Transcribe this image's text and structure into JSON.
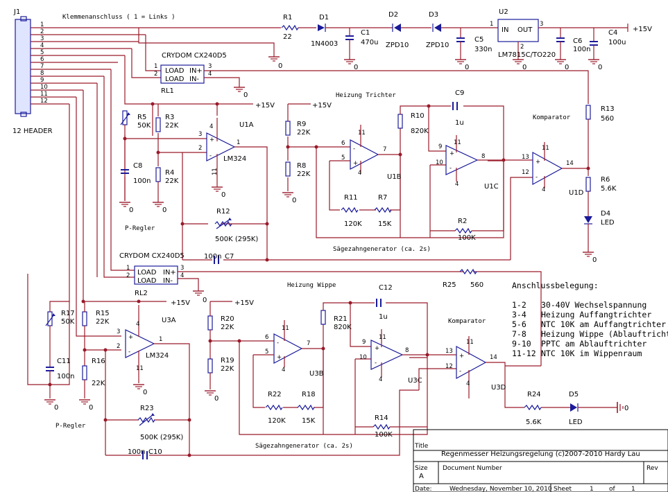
{
  "header": {
    "j1": "J1",
    "terminal_title": "Klemmenanschluss ( 1 = Links )",
    "twelve_header": "12 HEADER",
    "supply_title": "Spannungsversorgung",
    "pin_numbers": [
      "1",
      "2",
      "3",
      "4",
      "5",
      "6",
      "7",
      "8",
      "9",
      "10",
      "11",
      "12"
    ]
  },
  "supply": {
    "r1": "R1",
    "r1_val": "22",
    "d1": "D1",
    "d1_val": "1N4003",
    "c1": "C1",
    "c1_val": "470u",
    "d2": "D2",
    "d2_val": "ZPD10",
    "d3": "D3",
    "d3_val": "ZPD10",
    "c5": "C5",
    "c5_val": "330n",
    "u2": "U2",
    "u2_in": "IN",
    "u2_out": "OUT",
    "u2_val": "LM7815C/TO220",
    "c6": "C6",
    "c6_val": "100n",
    "c4": "C4",
    "c4_val": "100u",
    "v15": "+15V"
  },
  "relays": {
    "rl1_part": "CRYDOM CX240D5",
    "rl1": "RL1",
    "rl2_part": "CRYDOM CX240D5",
    "rl2": "RL2",
    "load": "LOAD",
    "in_plus": "IN+",
    "in_minus": "IN-"
  },
  "upper": {
    "p_regler": "P-Regler",
    "r5": "R5",
    "r5_val": "50K",
    "r3": "R3",
    "r3_val": "22K",
    "r4": "R4",
    "r4_val": "22K",
    "c8": "C8",
    "c8_val": "100n",
    "u1a": "U1A",
    "u1a_val": "LM324",
    "r12": "R12",
    "r12_val": "500K (295K)",
    "c7": "C7",
    "c7_val": "100n",
    "heizung_trichter": "Heizung Trichter",
    "r9": "R9",
    "r9_val": "22K",
    "r8": "R8",
    "r8_val": "22K",
    "r10": "R10",
    "r10_val": "820K",
    "c9": "C9",
    "c9_val": "1u",
    "u1b": "U1B",
    "u1c": "U1C",
    "r11": "R11",
    "r11_val": "120K",
    "r7": "R7",
    "r7_val": "15K",
    "r2": "R2",
    "r2_val": "100K",
    "saw": "Sägezahngenerator (ca. 2s)",
    "komparator": "Komparator",
    "u1d": "U1D",
    "r13": "R13",
    "r13_val": "560",
    "r6": "R6",
    "r6_val": "5.6K",
    "d4": "D4",
    "d4_val": "LED"
  },
  "lower": {
    "p_regler": "P-Regler",
    "r17": "R17",
    "r17_val": "50K",
    "r15": "R15",
    "r15_val": "22K",
    "r16": "R16",
    "r16_val": "22K",
    "c11": "C11",
    "c11_val": "100n",
    "u3a": "U3A",
    "u3a_val": "LM324",
    "r23": "R23",
    "r23_val": "500K (295K)",
    "c10": "C10",
    "c10_val": "100n",
    "heizung_wippe": "Heizung Wippe",
    "r20": "R20",
    "r20_val": "22K",
    "r19": "R19",
    "r19_val": "22K",
    "r21": "R21",
    "r21_val": "820K",
    "c12": "C12",
    "c12_val": "1u",
    "u3b": "U3B",
    "u3c": "U3C",
    "r22": "R22",
    "r22_val": "120K",
    "r18": "R18",
    "r18_val": "15K",
    "r14": "R14",
    "r14_val": "100K",
    "saw": "Sägezahngenerator (ca. 2s)",
    "komparator": "Komparator",
    "u3d": "U3D",
    "r25": "R25",
    "r25_val": "560",
    "r24": "R24",
    "r24_val": "5.6K",
    "d5": "D5",
    "d5_val": "LED"
  },
  "pins": {
    "p1": "1",
    "p2": "2",
    "p3": "3",
    "p4": "4",
    "p5": "5",
    "p6": "6",
    "p7": "7",
    "p8": "8",
    "p9": "9",
    "p10": "10",
    "p11": "11",
    "p12": "12",
    "p13": "13",
    "p14": "14"
  },
  "ground_label": "0",
  "legend": {
    "title": "Anschlussbelegung:",
    "rows": [
      {
        "pins": "1-2",
        "desc": "30-40V Wechselspannung"
      },
      {
        "pins": "3-4",
        "desc": "Heizung Auffangtrichter"
      },
      {
        "pins": "5-6",
        "desc": "NTC 10K am Auffangtrichter"
      },
      {
        "pins": "7-8",
        "desc": "Heizung Wippe (Ablauftrichter)"
      },
      {
        "pins": "9-10",
        "desc": "PPTC am Ablauftrichter"
      },
      {
        "pins": "11-12",
        "desc": "NTC 10K im Wippenraum"
      }
    ]
  },
  "title_block": {
    "title_label": "Title",
    "title": "Regenmesser Heizungsregelung  (c)2007-2010 Hardy Lau",
    "size_label": "Size",
    "size": "A",
    "docnum_label": "Document Number",
    "rev_label": "Rev",
    "date_label": "Date:",
    "date": "Wednesday, November 10, 2010",
    "sheet_label": "Sheet",
    "sheet": "1",
    "of_label": "of",
    "sheet_total": "1"
  }
}
